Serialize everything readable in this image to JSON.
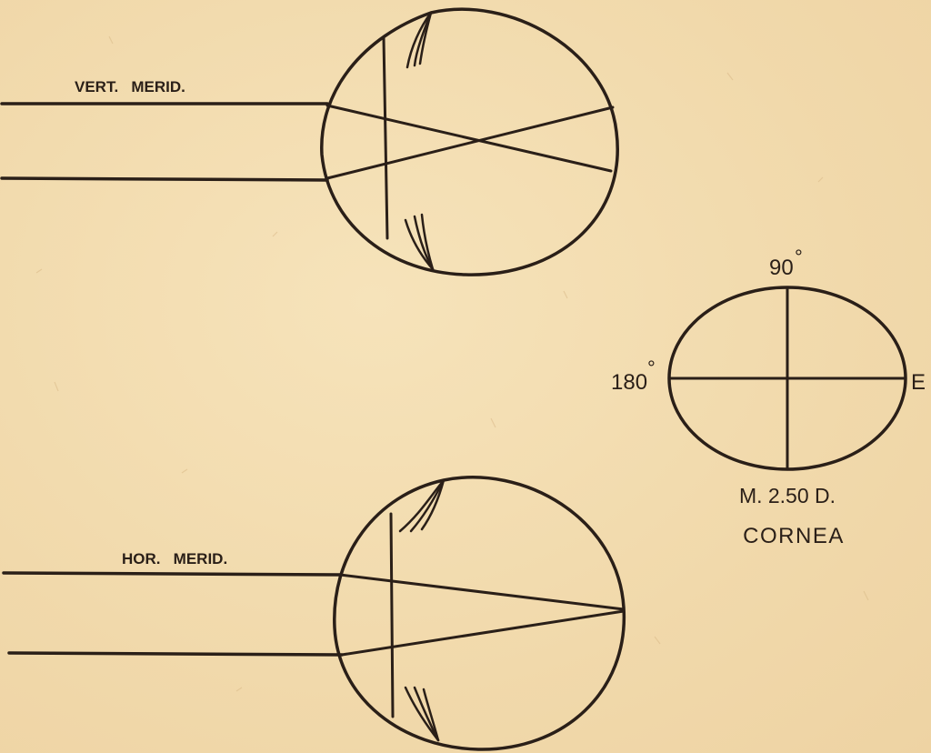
{
  "labels": {
    "vert_merid": "VERT.   MERID.",
    "hor_merid": "HOR.   MERID.",
    "deg_90": "90",
    "deg_180": "180",
    "east": "E",
    "degree_mark": "°",
    "cornea_power": "M. 2.50 D.",
    "cornea_title": "CORNEA"
  },
  "colors": {
    "paper": "#f3ddb2",
    "ink": "#2a1f18"
  }
}
